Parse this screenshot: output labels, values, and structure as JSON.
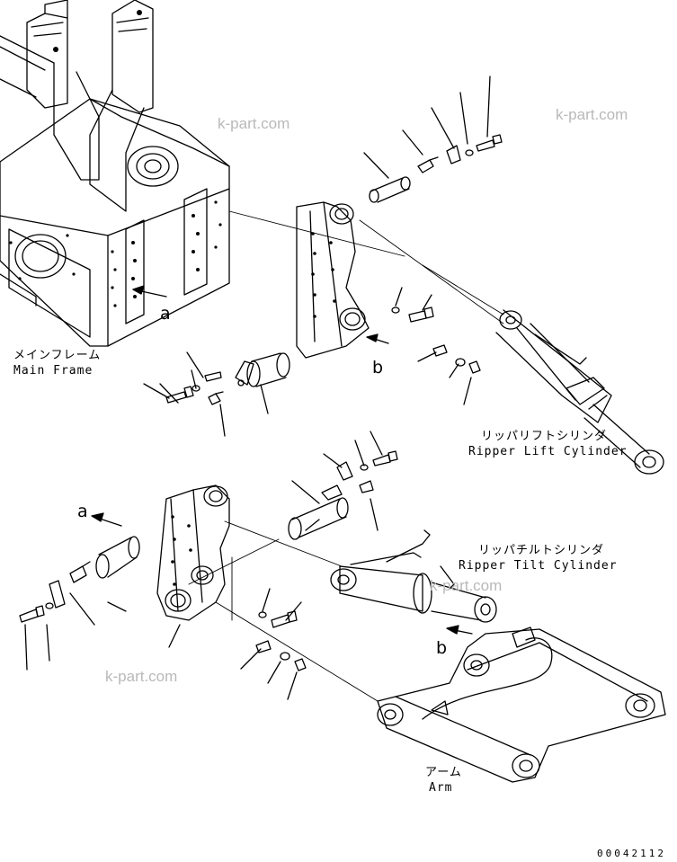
{
  "labels": {
    "main_frame_jp": "メインフレーム",
    "main_frame_en": "Main Frame",
    "lift_cyl_jp": "リッパリフトシリンダ",
    "lift_cyl_en": "Ripper Lift Cylinder",
    "tilt_cyl_jp": "リッパチルトシリンダ",
    "tilt_cyl_en": "Ripper Tilt Cylinder",
    "arm_jp": "アーム",
    "arm_en": "Arm"
  },
  "refs": {
    "a_upper": "a",
    "b_upper": "b",
    "a_lower": "a",
    "b_lower": "b"
  },
  "watermark": "k-part.com",
  "drawing_code": "00042112"
}
